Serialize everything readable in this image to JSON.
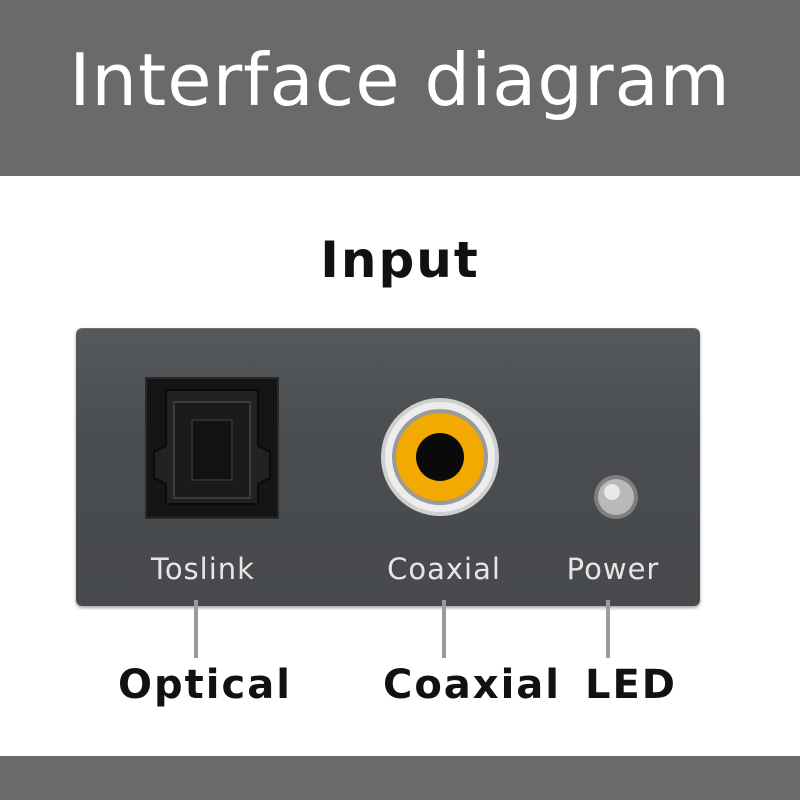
{
  "header": {
    "title": "Interface diagram"
  },
  "panel": {
    "title": "Input"
  },
  "device": {
    "ports": [
      {
        "label": "Toslink",
        "callout": "Optical",
        "icon": "toslink-port-icon"
      },
      {
        "label": "Coaxial",
        "callout": "Coaxial",
        "icon": "rca-coaxial-jack-icon"
      },
      {
        "label": "Power",
        "callout": "LED",
        "icon": "power-led-icon"
      }
    ],
    "colors": {
      "rca_ring": "#f2a900",
      "body": "#4b4e51",
      "background": "#6a6a6a"
    }
  }
}
